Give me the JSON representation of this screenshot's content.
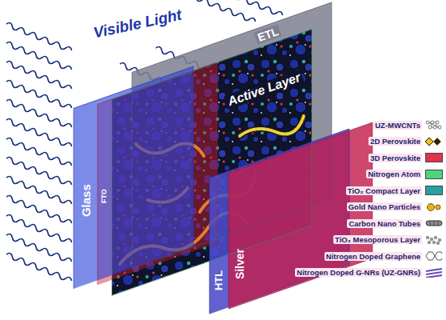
{
  "diagram": {
    "nodes": [
      {
        "text": [
          "Glass"
        ]
      },
      {
        "text": [
          "FTO"
        ]
      },
      {
        "text": [
          "ETL"
        ]
      },
      {
        "text": [
          "Active Layer"
        ]
      },
      {
        "text": [
          "HTL"
        ]
      },
      {
        "text": [
          "Silver"
        ]
      }
    ],
    "labels": [
      "Visible Light"
    ],
    "legend": [
      {
        "text": "UZ-MWCNTs"
      },
      {
        "text": "2D Perovskite"
      },
      {
        "text": "3D Perovskite",
        "color": "#e0344c"
      },
      {
        "text": "Nitrogen Atom",
        "color": "#4fd47c"
      },
      {
        "text": "TiO₂ Compact Layer",
        "color": "#2a9ea0"
      },
      {
        "text": "Gold Nano Particles"
      },
      {
        "text": "Carbon Nano Tubes"
      },
      {
        "text": "TiO₂ Mesoporous Layer"
      },
      {
        "text": "Nitrogen Doped Graphene"
      },
      {
        "text": "Nitrogen Doped G-NRs (UZ-GNRs)"
      }
    ]
  }
}
